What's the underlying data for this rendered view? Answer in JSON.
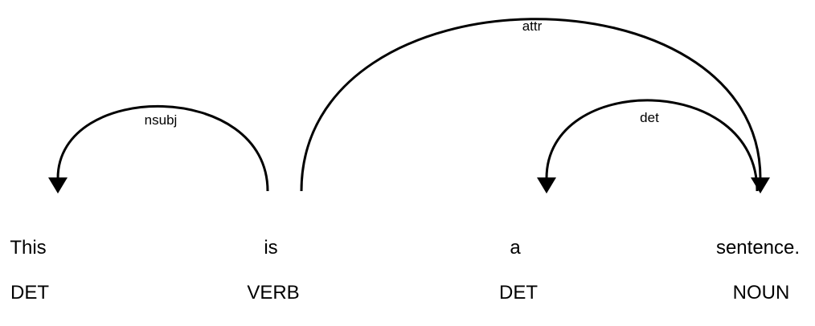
{
  "tokens": [
    {
      "text": "This",
      "tag": "DET"
    },
    {
      "text": "is",
      "tag": "VERB"
    },
    {
      "text": "a",
      "tag": "DET"
    },
    {
      "text": "sentence.",
      "tag": "NOUN"
    }
  ],
  "arcs": [
    {
      "label": "nsubj",
      "head": 1,
      "dependent": 0
    },
    {
      "label": "attr",
      "head": 1,
      "dependent": 3
    },
    {
      "label": "det",
      "head": 3,
      "dependent": 2
    }
  ],
  "colors": {
    "ink": "#000000",
    "background": "#ffffff"
  }
}
